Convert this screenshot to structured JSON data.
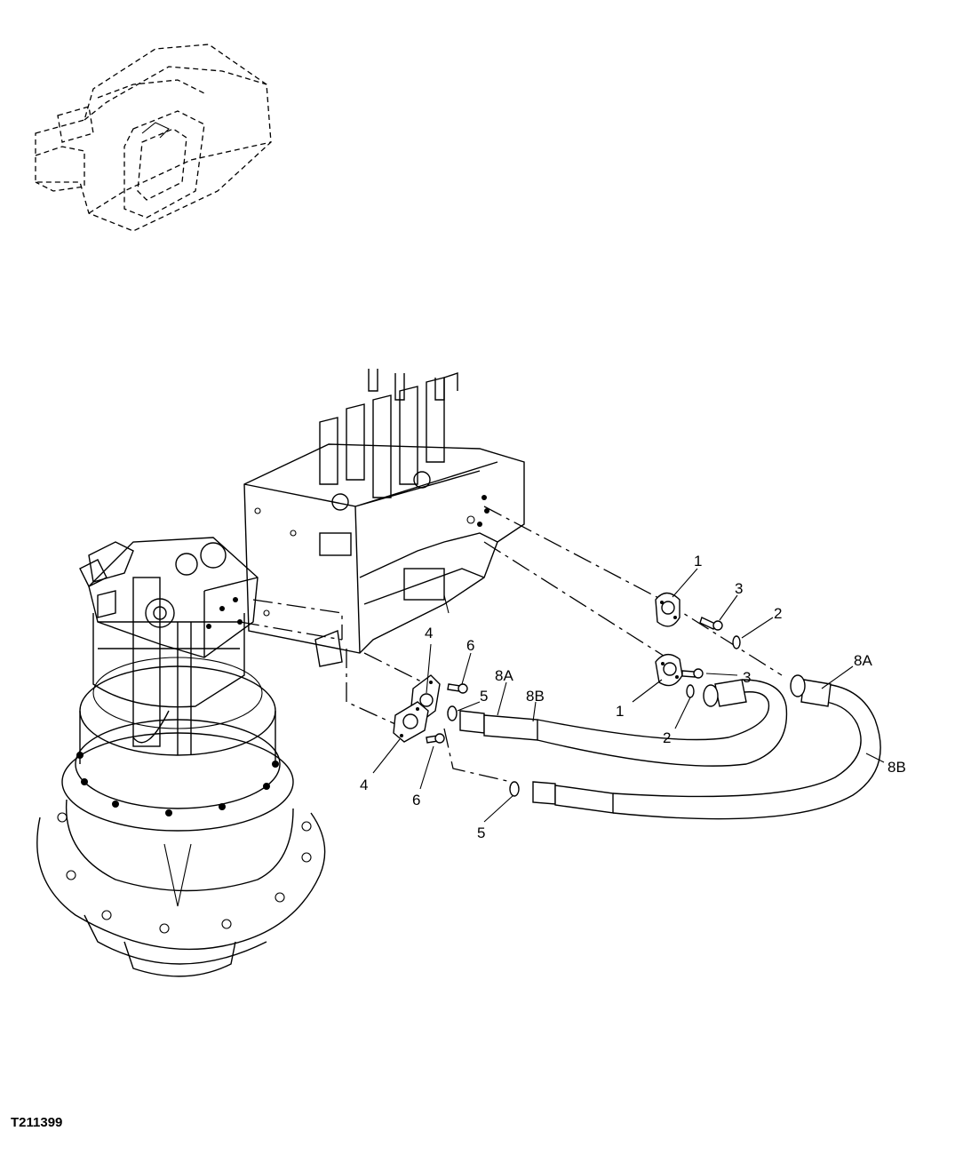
{
  "figure_id": "T211399",
  "callouts": {
    "c1a": "1",
    "c1b": "1",
    "c2a": "2",
    "c2b": "2",
    "c3a": "3",
    "c3b": "3",
    "c4a": "4",
    "c4b": "4",
    "c5a": "5",
    "c5b": "5",
    "c6a": "6",
    "c6b": "6",
    "c8a_left": "8A",
    "c8b_left": "8B",
    "c8a_right": "8A",
    "c8b_right": "8B"
  }
}
